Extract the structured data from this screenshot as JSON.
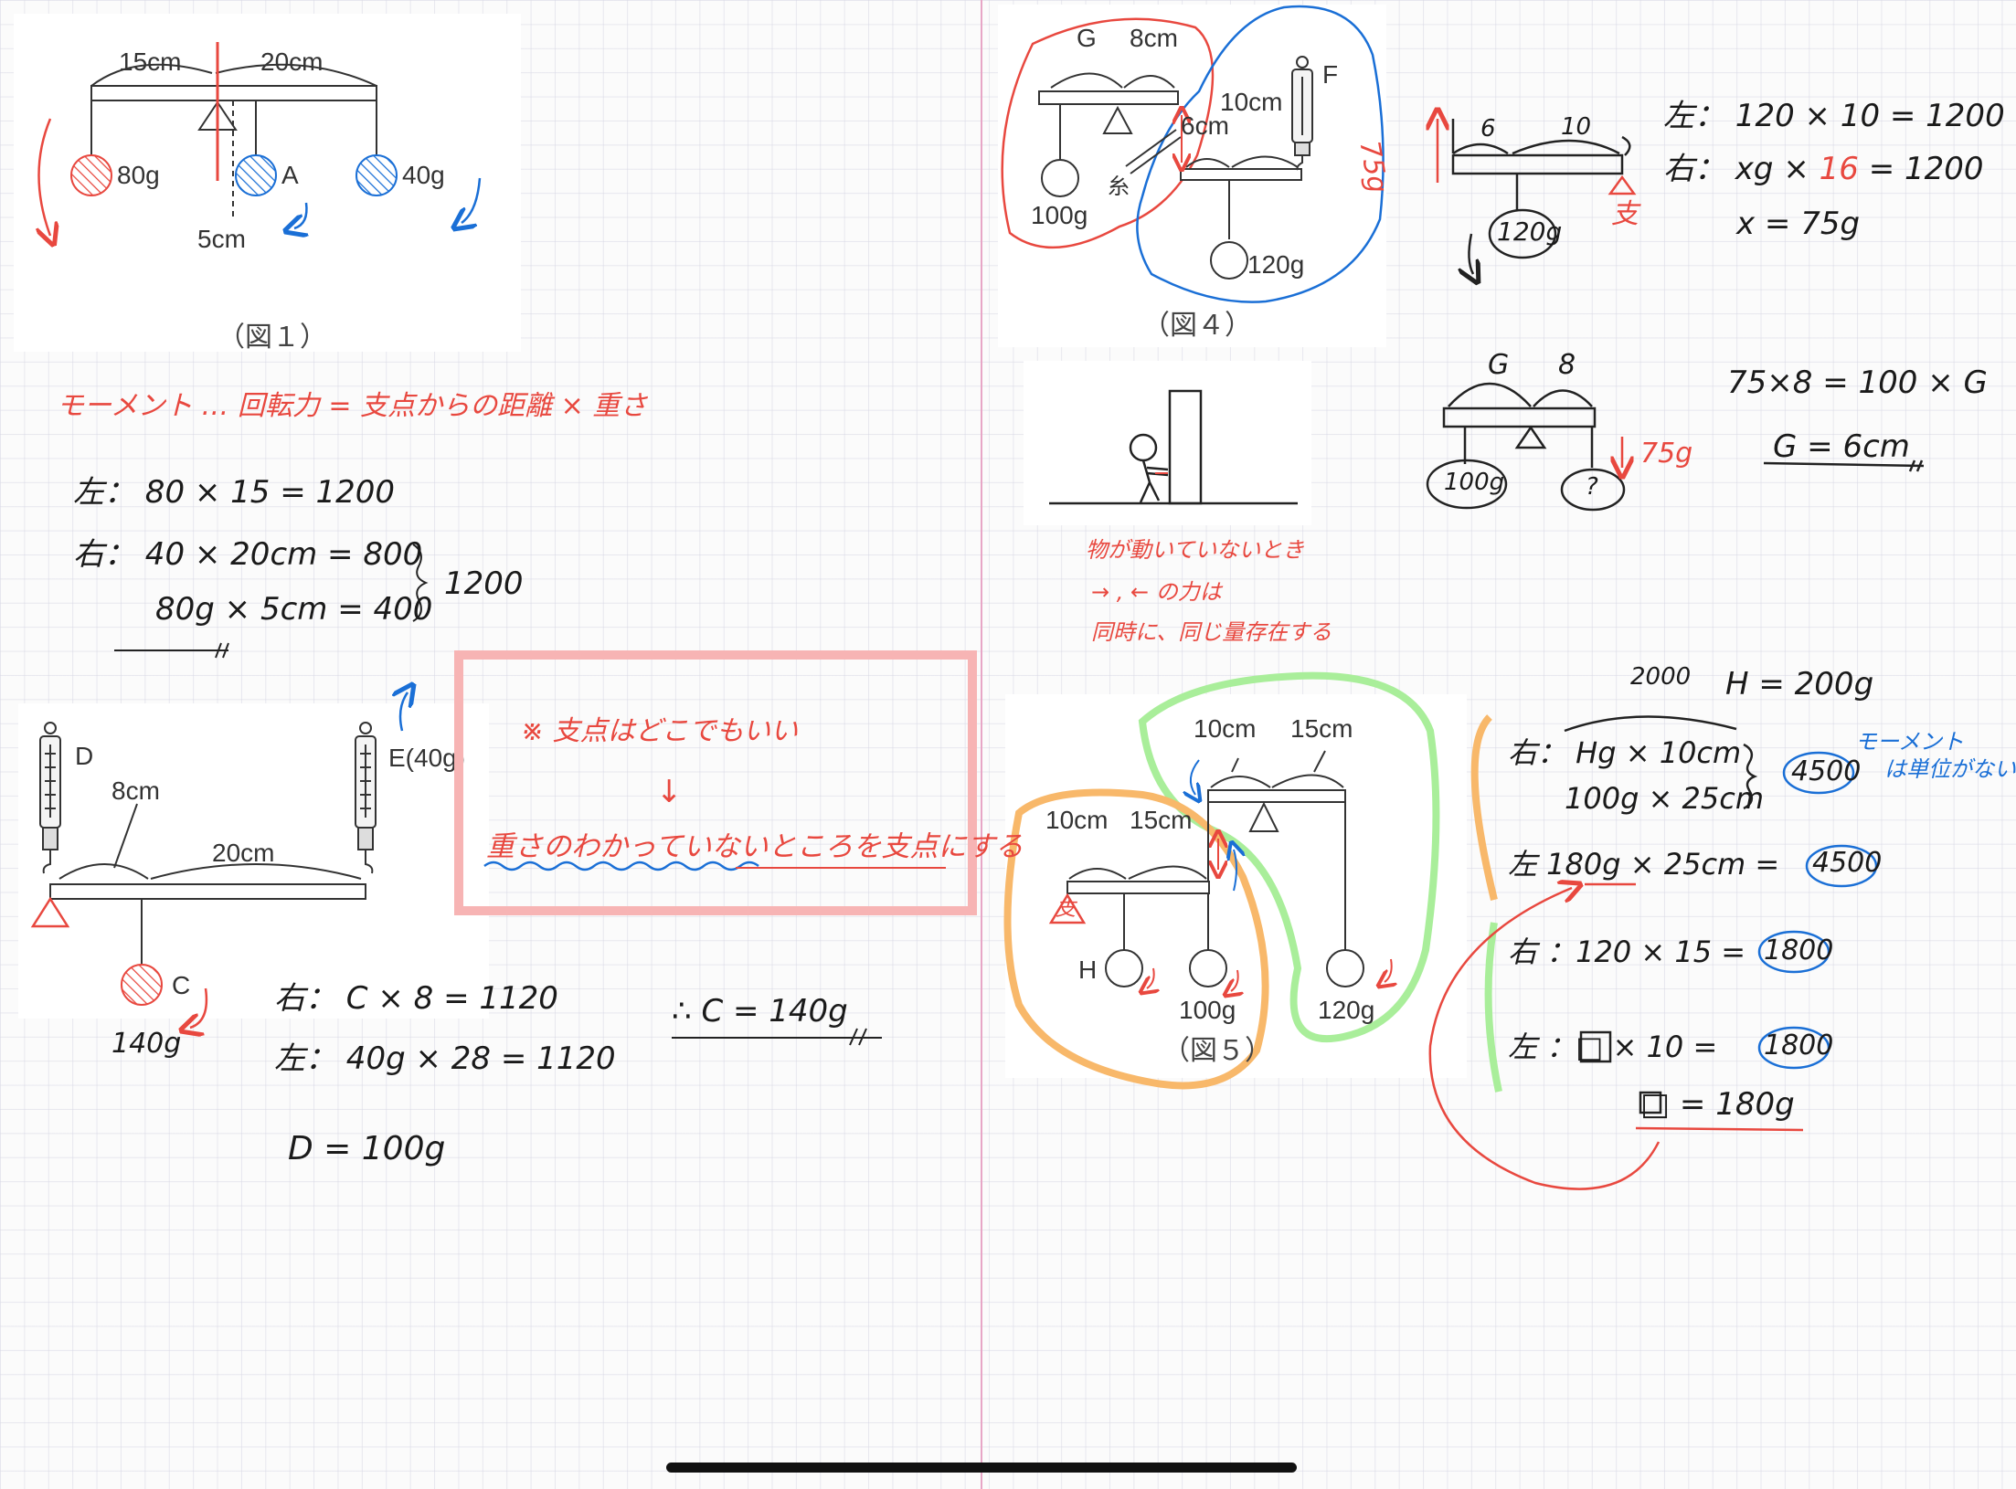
{
  "colors": {
    "red": "#e8483f",
    "blue": "#1a6fd6",
    "green": "#a9ee9a",
    "orange": "#f8b86a",
    "pink_box": "#f7b4b4"
  },
  "fig1": {
    "caption": "（図１）",
    "len_left": "15cm",
    "len_right": "20cm",
    "len_a": "5cm",
    "w_left": "80g",
    "w_a": "A",
    "w_right": "40g"
  },
  "moment_title": "モーメント … 回転力 = 支点からの距離 × 重さ",
  "calc1": {
    "left": "左：  80 × 15  = 1200",
    "right1": "右：  40 × 20cm =  800",
    "right2": "80g × 5cm  =  400",
    "brace_total": "1200"
  },
  "fig3": {
    "label_d": "D",
    "label_e": "E(40g)",
    "len_8": "8cm",
    "len_20": "20cm",
    "label_c": "C",
    "c_value": "140g"
  },
  "note": {
    "line1": "※ 支点はどこでもいい",
    "arrow": "↓",
    "line2": "重さのわかっていないところを支点にする"
  },
  "calc3": {
    "right": "右：  C × 8       = 1120",
    "left": "左：  40g × 28   = 1120",
    "result": "∴ C = 140g",
    "d_result": "D = 100g"
  },
  "fig4": {
    "caption": "（図４）",
    "label_g": "G",
    "len_8": "8cm",
    "label_f": "F",
    "len_10": "10cm",
    "len_6": "6cm",
    "string": "糸",
    "w_100": "100g",
    "w_120": "120g",
    "f_value": "75g"
  },
  "fig4_sub": {
    "len_6": "6",
    "len_10": "10",
    "weight": "120g",
    "pivot_label": "支",
    "eq1": "左：  120 × 10  =  1200",
    "eq2_a": "右：  xg × ",
    "eq2_b": "16",
    "eq2_c": " = 1200",
    "eq3": "x = 75g"
  },
  "fig4_sub2": {
    "label_g": "G",
    "label_8": "8",
    "w_100": "100g",
    "w_q": "?",
    "force": "75g",
    "eq1": "75×8  =  100 × G",
    "eq2": "G = 6cm"
  },
  "wall": {
    "line1": "物が動いていないとき",
    "line2": "→ , ← の力は",
    "line3": "同時に、同じ量存在する"
  },
  "fig5": {
    "caption": "（図５）",
    "len_10a": "10cm",
    "len_15a": "15cm",
    "len_10b": "10cm",
    "len_15b": "15cm",
    "label_h": "H",
    "w_100": "100g",
    "w_120": "120g",
    "pivot_label": "支"
  },
  "calc5": {
    "top": "2000",
    "top_eq": "H = 200g",
    "r1": "右：  Hg × 10cm",
    "r2": "100g × 25cm",
    "v1": "4500",
    "side_note1": "モーメント",
    "side_note2": "は単位がない",
    "l1": "左    180g × 25cm  =",
    "v2": "4500",
    "r3": "右  ：120 × 15   =",
    "v3": "1800",
    "l2": "左  ：□  × 10    =",
    "v4": "1800",
    "final": "□ = 180g"
  }
}
